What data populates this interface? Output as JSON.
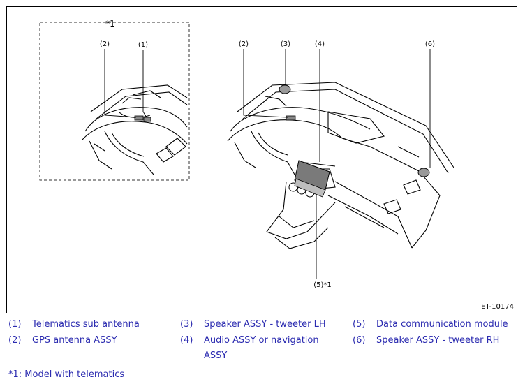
{
  "diagram": {
    "inset_note_marker": "*1",
    "inset_callouts": [
      "(2)",
      "(1)"
    ],
    "main_callouts": [
      "(2)",
      "(3)",
      "(4)",
      "(6)"
    ],
    "bottom_callout": "(5)*1",
    "figure_code": "ET-10174"
  },
  "legend": [
    {
      "num": "(1)",
      "text": "Telematics sub antenna"
    },
    {
      "num": "(2)",
      "text": "GPS antenna ASSY"
    },
    {
      "num": "(3)",
      "text": "Speaker ASSY - tweeter LH"
    },
    {
      "num": "(4)",
      "text": "Audio ASSY or navigation",
      "text2": "ASSY"
    },
    {
      "num": "(5)",
      "text": "Data communication module"
    },
    {
      "num": "(6)",
      "text": "Speaker ASSY - tweeter RH"
    }
  ],
  "footnote": "*1: Model with telematics",
  "colors": {
    "legend_text": "#2b2bb0",
    "line": "#000000"
  }
}
